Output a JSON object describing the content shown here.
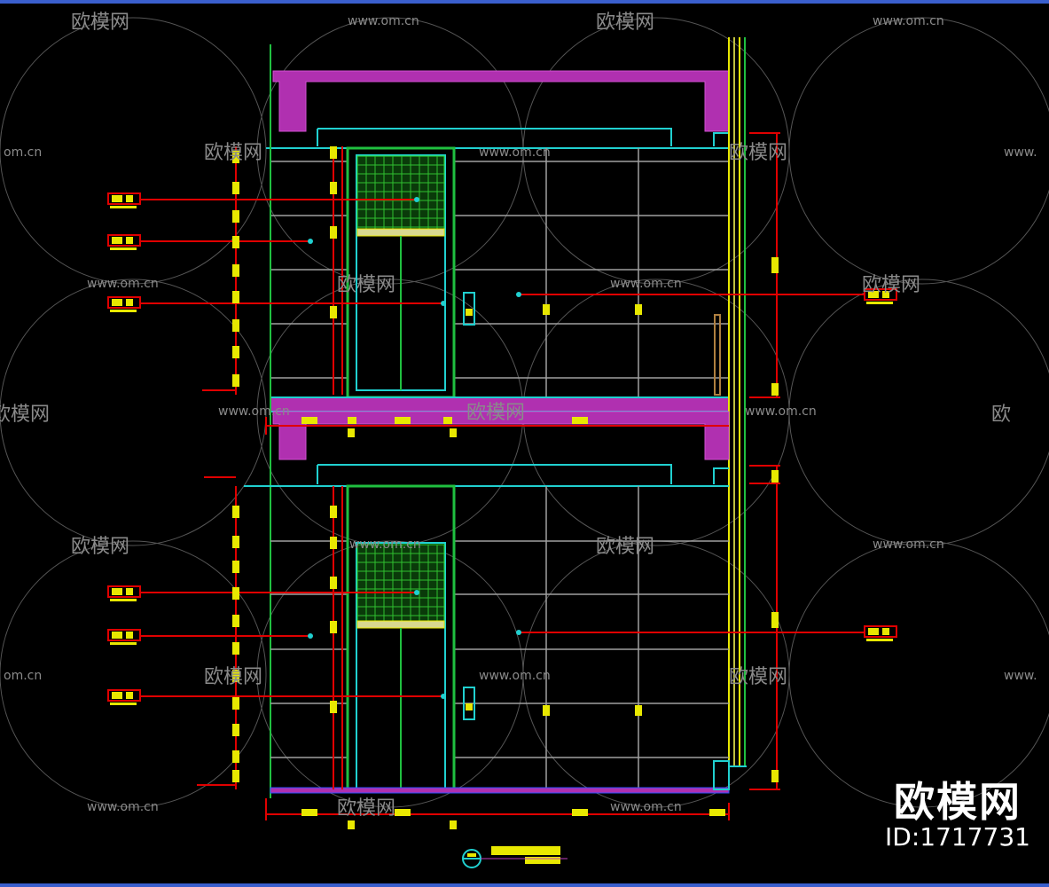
{
  "watermarks": {
    "logo_text": "欧模网",
    "url_text": "www.om.cn",
    "url_partial_right": "www.",
    "url_partial_left": "om.cn",
    "logo_partial_left": "欧模网",
    "logo_partial_right": "欧"
  },
  "brand": {
    "name": "欧模网",
    "id": "ID:1717731"
  },
  "colors": {
    "background": "#000000",
    "frame": "#3a5fcd",
    "magenta": "#c040c0",
    "cyan": "#20d0d0",
    "green": "#20c040",
    "red": "#e00000",
    "yellow": "#e8e800",
    "grey": "#a0a0a0"
  }
}
